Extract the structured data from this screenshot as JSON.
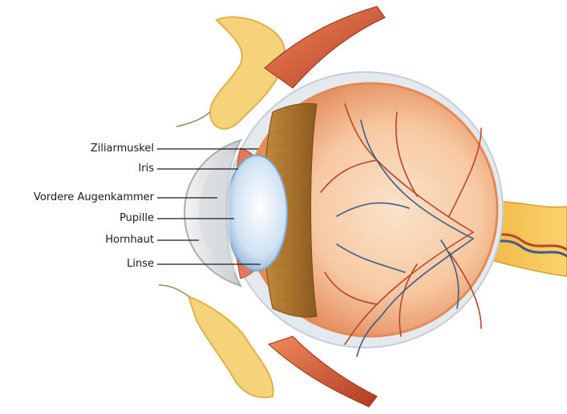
{
  "labels": {
    "ciliary": "Ziliarmuskel",
    "iris": "Iris",
    "anterior_chamber": "Vordere Augenkammer",
    "pupil": "Pupille",
    "cornea": "Hornhaut",
    "lens": "Linse"
  },
  "colors": {
    "sclera": "#e4e9ed",
    "retina": "#f7c9a3",
    "choroid": "#e38a55",
    "vessels_red": "#b8442b",
    "vessels_blue": "#3d5a8a",
    "lens": "#dcebf7",
    "bone": "#f6d27a",
    "muscle": "#d8623c",
    "optic_nerve": "#f5c14f"
  }
}
